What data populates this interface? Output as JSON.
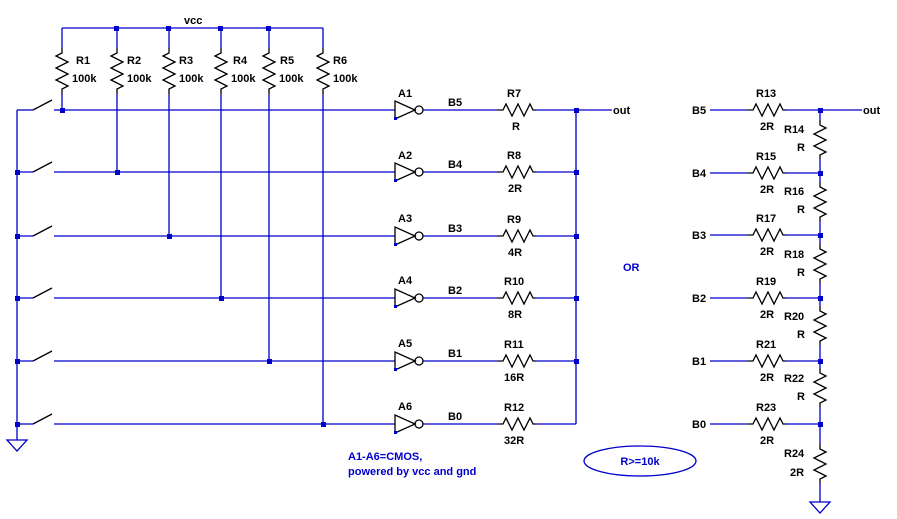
{
  "net": {
    "vcc": "vcc",
    "out_left": "out",
    "out_right": "out"
  },
  "pullups": [
    {
      "ref": "R1",
      "value": "100k"
    },
    {
      "ref": "R2",
      "value": "100k"
    },
    {
      "ref": "R3",
      "value": "100k"
    },
    {
      "ref": "R4",
      "value": "100k"
    },
    {
      "ref": "R5",
      "value": "100k"
    },
    {
      "ref": "R6",
      "value": "100k"
    }
  ],
  "gates": [
    {
      "ref": "A1",
      "bit": "B5"
    },
    {
      "ref": "A2",
      "bit": "B4"
    },
    {
      "ref": "A3",
      "bit": "B3"
    },
    {
      "ref": "A4",
      "bit": "B2"
    },
    {
      "ref": "A5",
      "bit": "B1"
    },
    {
      "ref": "A6",
      "bit": "B0"
    }
  ],
  "weighted_resistors": [
    {
      "ref": "R7",
      "value": "R"
    },
    {
      "ref": "R8",
      "value": "2R"
    },
    {
      "ref": "R9",
      "value": "4R"
    },
    {
      "ref": "R10",
      "value": "8R"
    },
    {
      "ref": "R11",
      "value": "16R"
    },
    {
      "ref": "R12",
      "value": "32R"
    }
  ],
  "ladder": {
    "inputs": [
      "B5",
      "B4",
      "B3",
      "B2",
      "B1",
      "B0"
    ],
    "horizontal": [
      {
        "ref": "R13",
        "value": "2R"
      },
      {
        "ref": "R15",
        "value": "2R"
      },
      {
        "ref": "R17",
        "value": "2R"
      },
      {
        "ref": "R19",
        "value": "2R"
      },
      {
        "ref": "R21",
        "value": "2R"
      },
      {
        "ref": "R23",
        "value": "2R"
      }
    ],
    "vertical": [
      {
        "ref": "R14",
        "value": "R"
      },
      {
        "ref": "R16",
        "value": "R"
      },
      {
        "ref": "R18",
        "value": "R"
      },
      {
        "ref": "R20",
        "value": "R"
      },
      {
        "ref": "R22",
        "value": "R"
      },
      {
        "ref": "R24",
        "value": "2R"
      }
    ]
  },
  "notes": {
    "or": "OR",
    "cmos_line1": "A1-A6=CMOS,",
    "cmos_line2": "powered by vcc and gnd",
    "ellipse": "R>=10k"
  }
}
